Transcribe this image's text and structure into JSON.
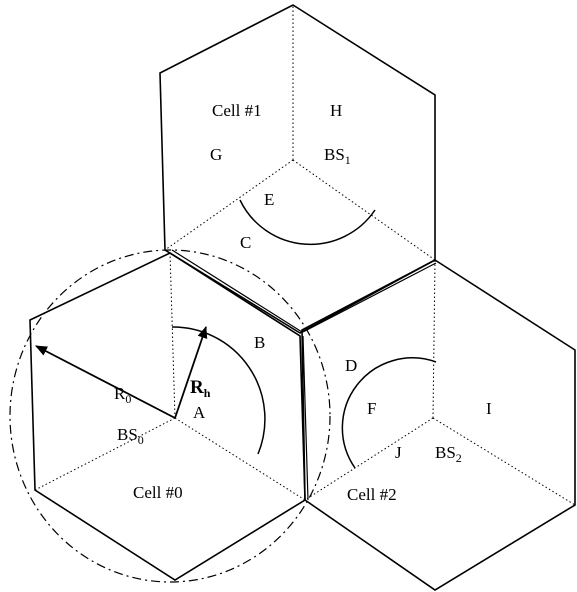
{
  "cells": {
    "cell0": {
      "label": "Cell #0",
      "bs_main": "BS",
      "bs_sub": "0"
    },
    "cell1": {
      "label": "Cell #1",
      "bs_main": "BS",
      "bs_sub": "1"
    },
    "cell2": {
      "label": "Cell #2",
      "bs_main": "BS",
      "bs_sub": "2"
    }
  },
  "points": {
    "A": "A",
    "B": "B",
    "C": "C",
    "D": "D",
    "E": "E",
    "F": "F",
    "G": "G",
    "H": "H",
    "I": "I",
    "J": "J"
  },
  "radii": {
    "r0_main": "R",
    "r0_sub": "0",
    "rh_main": "R",
    "rh_sub": "h"
  }
}
